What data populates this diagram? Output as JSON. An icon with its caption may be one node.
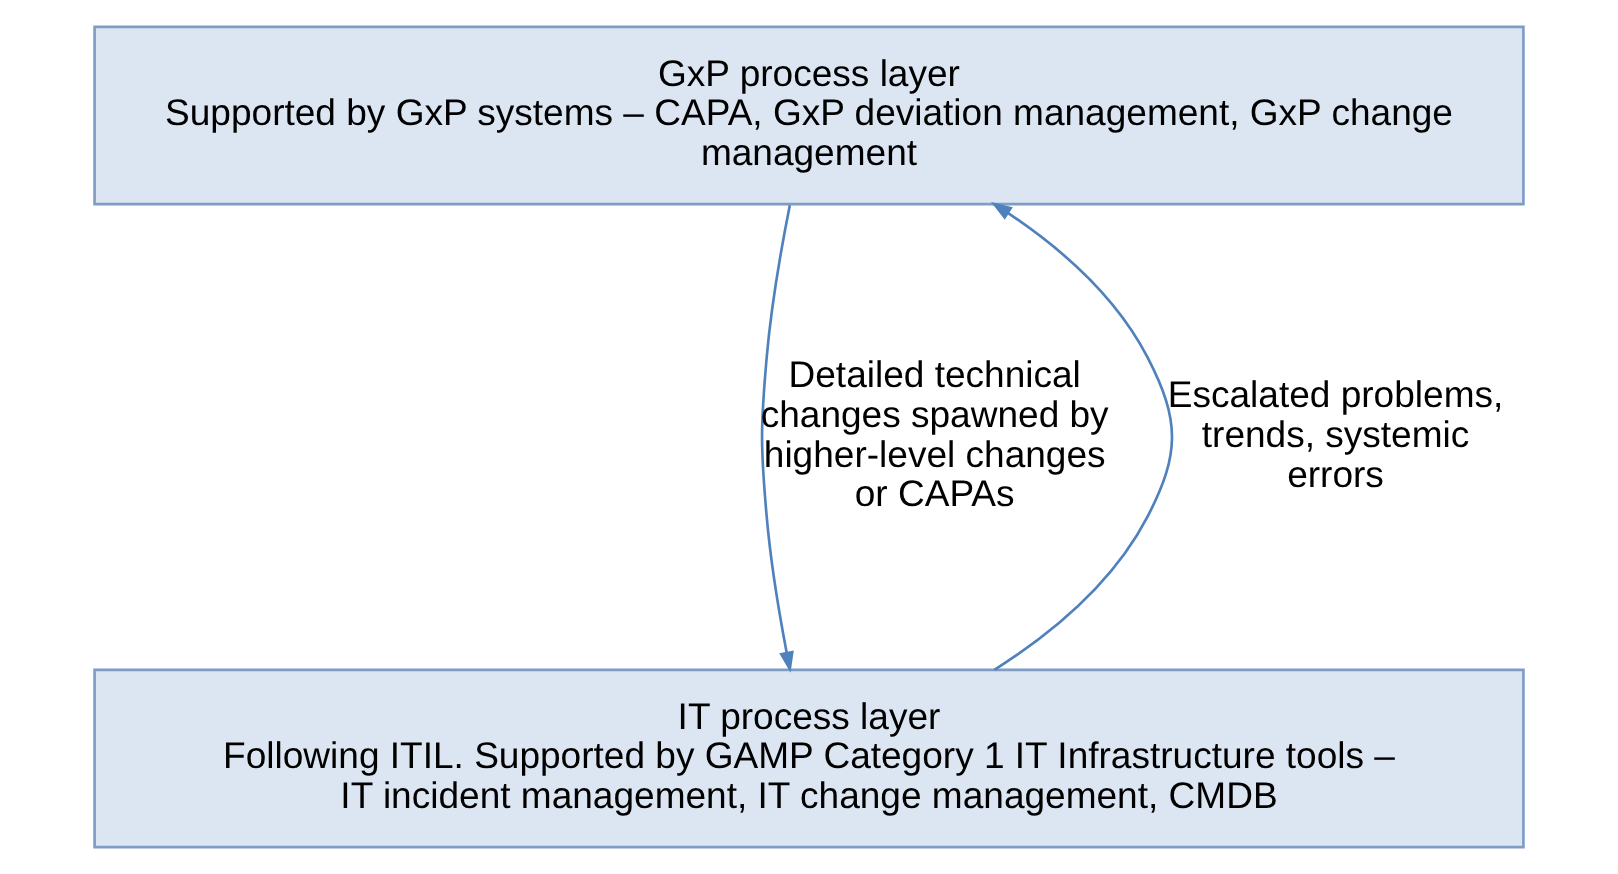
{
  "diagram": {
    "nodes": [
      {
        "text": [
          "GxP process layer",
          "Supported by GxP systems – CAPA, GxP deviation management, GxP change management"
        ]
      },
      {
        "text": [
          "IT process layer",
          "Following ITIL. Supported by GAMP Category 1 IT Infrastructure tools – IT incident management, IT change management, CMDB"
        ]
      }
    ],
    "edges": [
      {
        "from": 0,
        "to": 1,
        "arrow": "to",
        "label": "Detailed technical changes spawned by higher-level changes or CAPAs"
      },
      {
        "from": 1,
        "to": 0,
        "arrow": "to",
        "label": "Escalated problems, trends, systemic errors"
      }
    ]
  }
}
